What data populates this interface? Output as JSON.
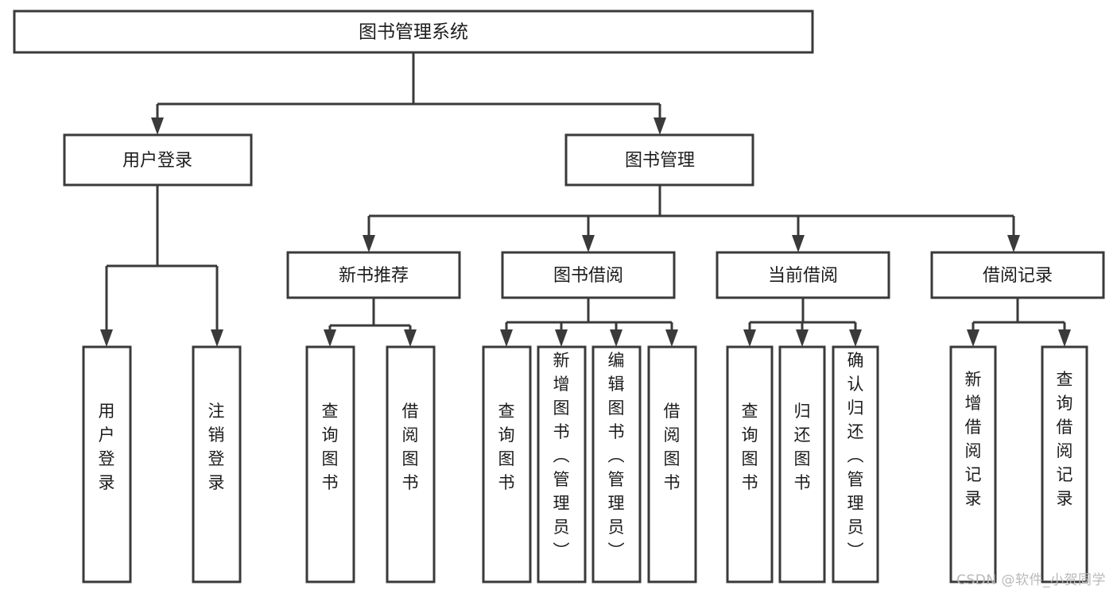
{
  "diagram": {
    "type": "tree-hierarchy",
    "title": "图书管理系统",
    "watermark": "CSDN @软件_小贺同学",
    "root": {
      "id": "root",
      "label": "图书管理系统"
    },
    "level2": [
      {
        "id": "user-login",
        "label": "用户登录"
      },
      {
        "id": "book-management",
        "label": "图书管理"
      }
    ],
    "level3": [
      {
        "id": "new-book-recommend",
        "label": "新书推荐",
        "parent": "book-management"
      },
      {
        "id": "book-borrow",
        "label": "图书借阅",
        "parent": "book-management"
      },
      {
        "id": "current-borrow",
        "label": "当前借阅",
        "parent": "book-management"
      },
      {
        "id": "borrow-record",
        "label": "借阅记录",
        "parent": "book-management"
      }
    ],
    "leaves": {
      "user-login": [
        {
          "id": "leaf-user-login",
          "label": "用户登录"
        },
        {
          "id": "leaf-user-logout",
          "label": "注销登录"
        }
      ],
      "new-book-recommend": [
        {
          "id": "leaf-query-book-1",
          "label": "查询图书"
        },
        {
          "id": "leaf-borrow-book-1",
          "label": "借阅图书"
        }
      ],
      "book-borrow": [
        {
          "id": "leaf-query-book-2",
          "label": "查询图书"
        },
        {
          "id": "leaf-add-book",
          "label": "新增图书（管理员）"
        },
        {
          "id": "leaf-edit-book",
          "label": "编辑图书（管理员）"
        },
        {
          "id": "leaf-borrow-book-2",
          "label": "借阅图书"
        }
      ],
      "current-borrow": [
        {
          "id": "leaf-query-book-3",
          "label": "查询图书"
        },
        {
          "id": "leaf-return-book",
          "label": "归还图书"
        },
        {
          "id": "leaf-confirm-return",
          "label": "确认归还（管理员）"
        }
      ],
      "borrow-record": [
        {
          "id": "leaf-add-record",
          "label": "新增借阅记录"
        },
        {
          "id": "leaf-query-record",
          "label": "查询借阅记录"
        }
      ]
    },
    "colors": {
      "background": "#ffffff",
      "box_fill": "#ffffff",
      "box_stroke": "#3a3a3a",
      "text": "#1c1c1c",
      "watermark": "#b9b9b9"
    }
  }
}
